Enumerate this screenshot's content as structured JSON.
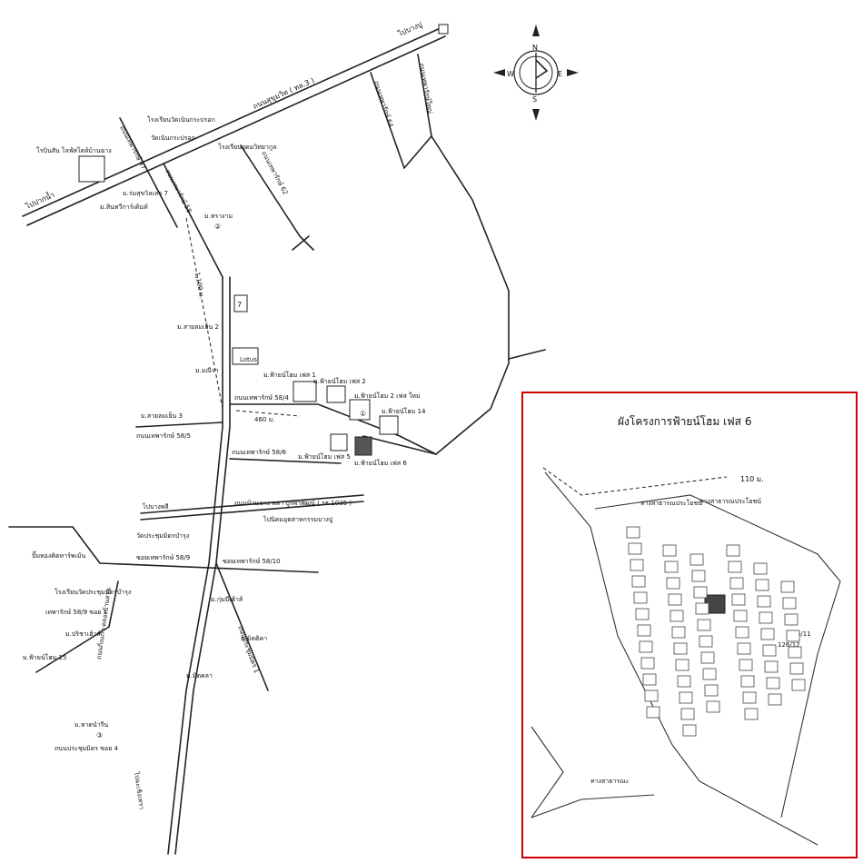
{
  "compass": {
    "n": "N",
    "s": "S",
    "e": "E",
    "w": "W"
  },
  "roads": {
    "sukhumvit": "ถนนสุขุมวิท ( ทล.3 )",
    "to_bang_phli": "ไปบางพลี",
    "to_bang_pu": "ไปบางปู",
    "to_pakhlat": "ไปปากน้ำ",
    "thepharak_47": "ถนนเทพารักษ์ 47",
    "thepharak_58": "ถนนเทพารักษ์ 58",
    "thepharak_62": "ถนนเทพารักษ์ 62",
    "thepharak_64": "ถนนเทพารักษ์ 64",
    "thepharak_yai": "ถนนเทพารักษ์ใหญ่",
    "thepharak_58_4": "ถนนเทพารักษ์ 58/4",
    "thepharak_58_5": "ถนนเทพารักษ์ 58/5",
    "thepharak_58_6": "ถนนเทพารักษ์ 58/6",
    "bang_plee_road": "ถนนบ้านฉาง พลา บูรพาพัฒน์ ( รธ.1035 )",
    "to_bangpu_industry": "ไปนิคมอุตสาหกรรมบางปู",
    "soi_58_9": "ซอยเทพารักษ์ 58/9",
    "soi_58_10": "ซอยเทพารักษ์ 58/10",
    "soi_58_9_1": "เทพารักษ์ 58/9 ซอย 1",
    "kingkaew": "ถนนกิ่งแก้ว-คลองบ้านสวน",
    "prachumit": "ถนนประชุมมิตร 1",
    "prachumit_4": "ถนนประชุมมิตร ซอย 4",
    "to_chachoeng": "ไปฉะเชิงเทรา"
  },
  "places": {
    "school_top": "โรงเรียนวัดเนินกระปรอก",
    "temple_top": "วัดเนินกระปรอก",
    "school_right": "โรงเรียนอุดมวิทยากูล",
    "hotel": "โรบินสัน ไลฟ์สไตล์บ้านฉาง",
    "m_ruamsuk": "ม.ร่มสุขวิลเลจ 7",
    "m_sinthawee": "ม.สินทวีการ์เด้นท์",
    "m_thararam": "ม.ทรางาม",
    "m_sairom2": "ม.สายลมเย็น 2",
    "m_malee": "ม.มณีรา",
    "m_sairom3": "ม.สายลมเย็น 3",
    "lotus": "Lotus",
    "m_phase1": "ม.ฟ้ายน์โฮม เฟส 1",
    "m_phase2": "ม.ฟ้ายน์โฮม เฟส 2",
    "m_phase2new": "ม.ฟ้ายน์โฮม 2 เฟส ใหม่",
    "m_phase14": "ม.ฟ้ายน์โฮม 14",
    "m_phase5": "ม.ฟ้ายน์โฮม เฟส 5",
    "m_phase6": "ม.ฟ้ายน์โฮม เฟส 6",
    "temple_prachum": "วัดประชุมมิตรบำรุง",
    "gas_station": "ปั๊มทองคิตทาร์พเม้น",
    "school_prachum": "โรงเรียนวัดประชุมมิตรบำรุง",
    "m_pruksa": "ม.ปริชาเฮ้าส์",
    "m_phase15": "ม.ฟ้ายน์โฮม 15",
    "m_kulmee": "ม.กุ่มมีเฮ้าส์",
    "m_mitya": "ม.มิตติคา",
    "m_mithlaa": "ม.มิตคลา",
    "m_hanarin": "ม.หาดนำรีน",
    "seven_eleven": "7"
  },
  "distances": {
    "d_100": "1,100 ม.",
    "d_460": "460 ม."
  },
  "markers": {
    "c1": "①",
    "c2": "②",
    "c3": "③"
  },
  "inset": {
    "title": "ผังโครงการฟ้ายน์โฮม เฟส 6",
    "distance": "110 ม.",
    "road_top": "ทางสาธารณประโยชน์",
    "road_top2": "ทางสาธารณประโยชน์",
    "lot_a": "126/11",
    "lot_b": "126/12",
    "road_bottom": "ทางสาธารณะ"
  },
  "colors": {
    "frame": "#d00000",
    "ink": "#222222"
  }
}
